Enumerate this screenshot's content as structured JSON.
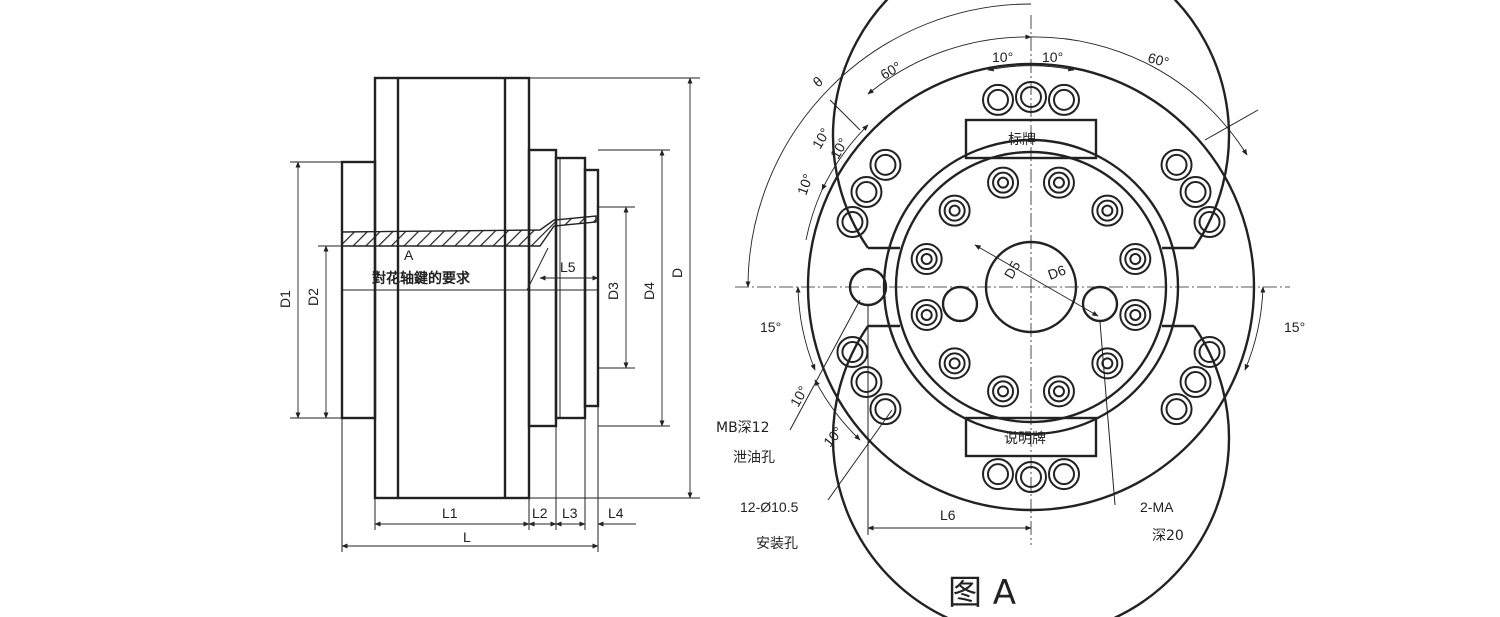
{
  "figure": {
    "caption": "图 A"
  },
  "side_view": {
    "section_mark": "A",
    "note": "對花轴鍵的要求",
    "dimensions": {
      "D1": "D1",
      "D2": "D2",
      "D3": "D3",
      "D4": "D4",
      "D": "D",
      "L1": "L1",
      "L2": "L2",
      "L3": "L3",
      "L4": "L4",
      "L5": "L5",
      "L": "L"
    }
  },
  "front_view": {
    "plate_top": "标牌",
    "plate_bottom": "说明牌",
    "angles": {
      "theta": "θ",
      "a60_left": "60°",
      "a60_right": "60°",
      "a10_top_l": "10°",
      "a10_top_r": "10°",
      "a10_ul_1": "10°",
      "a10_ul_2": "10°",
      "a10_ul_3": "10°",
      "a15_left": "15°",
      "a15_right": "15°",
      "a10_ll_1": "10°",
      "a10_ll_2": "10°"
    },
    "dims": {
      "D5": "D5",
      "D6": "D6",
      "L6": "L6"
    },
    "callouts": {
      "drain_size": "MB深12",
      "drain_name": "泄油孔",
      "mount_size": "12-Ø10.5",
      "mount_name": "安装孔",
      "tap_size": "2-MA",
      "tap_depth": "深20"
    }
  }
}
